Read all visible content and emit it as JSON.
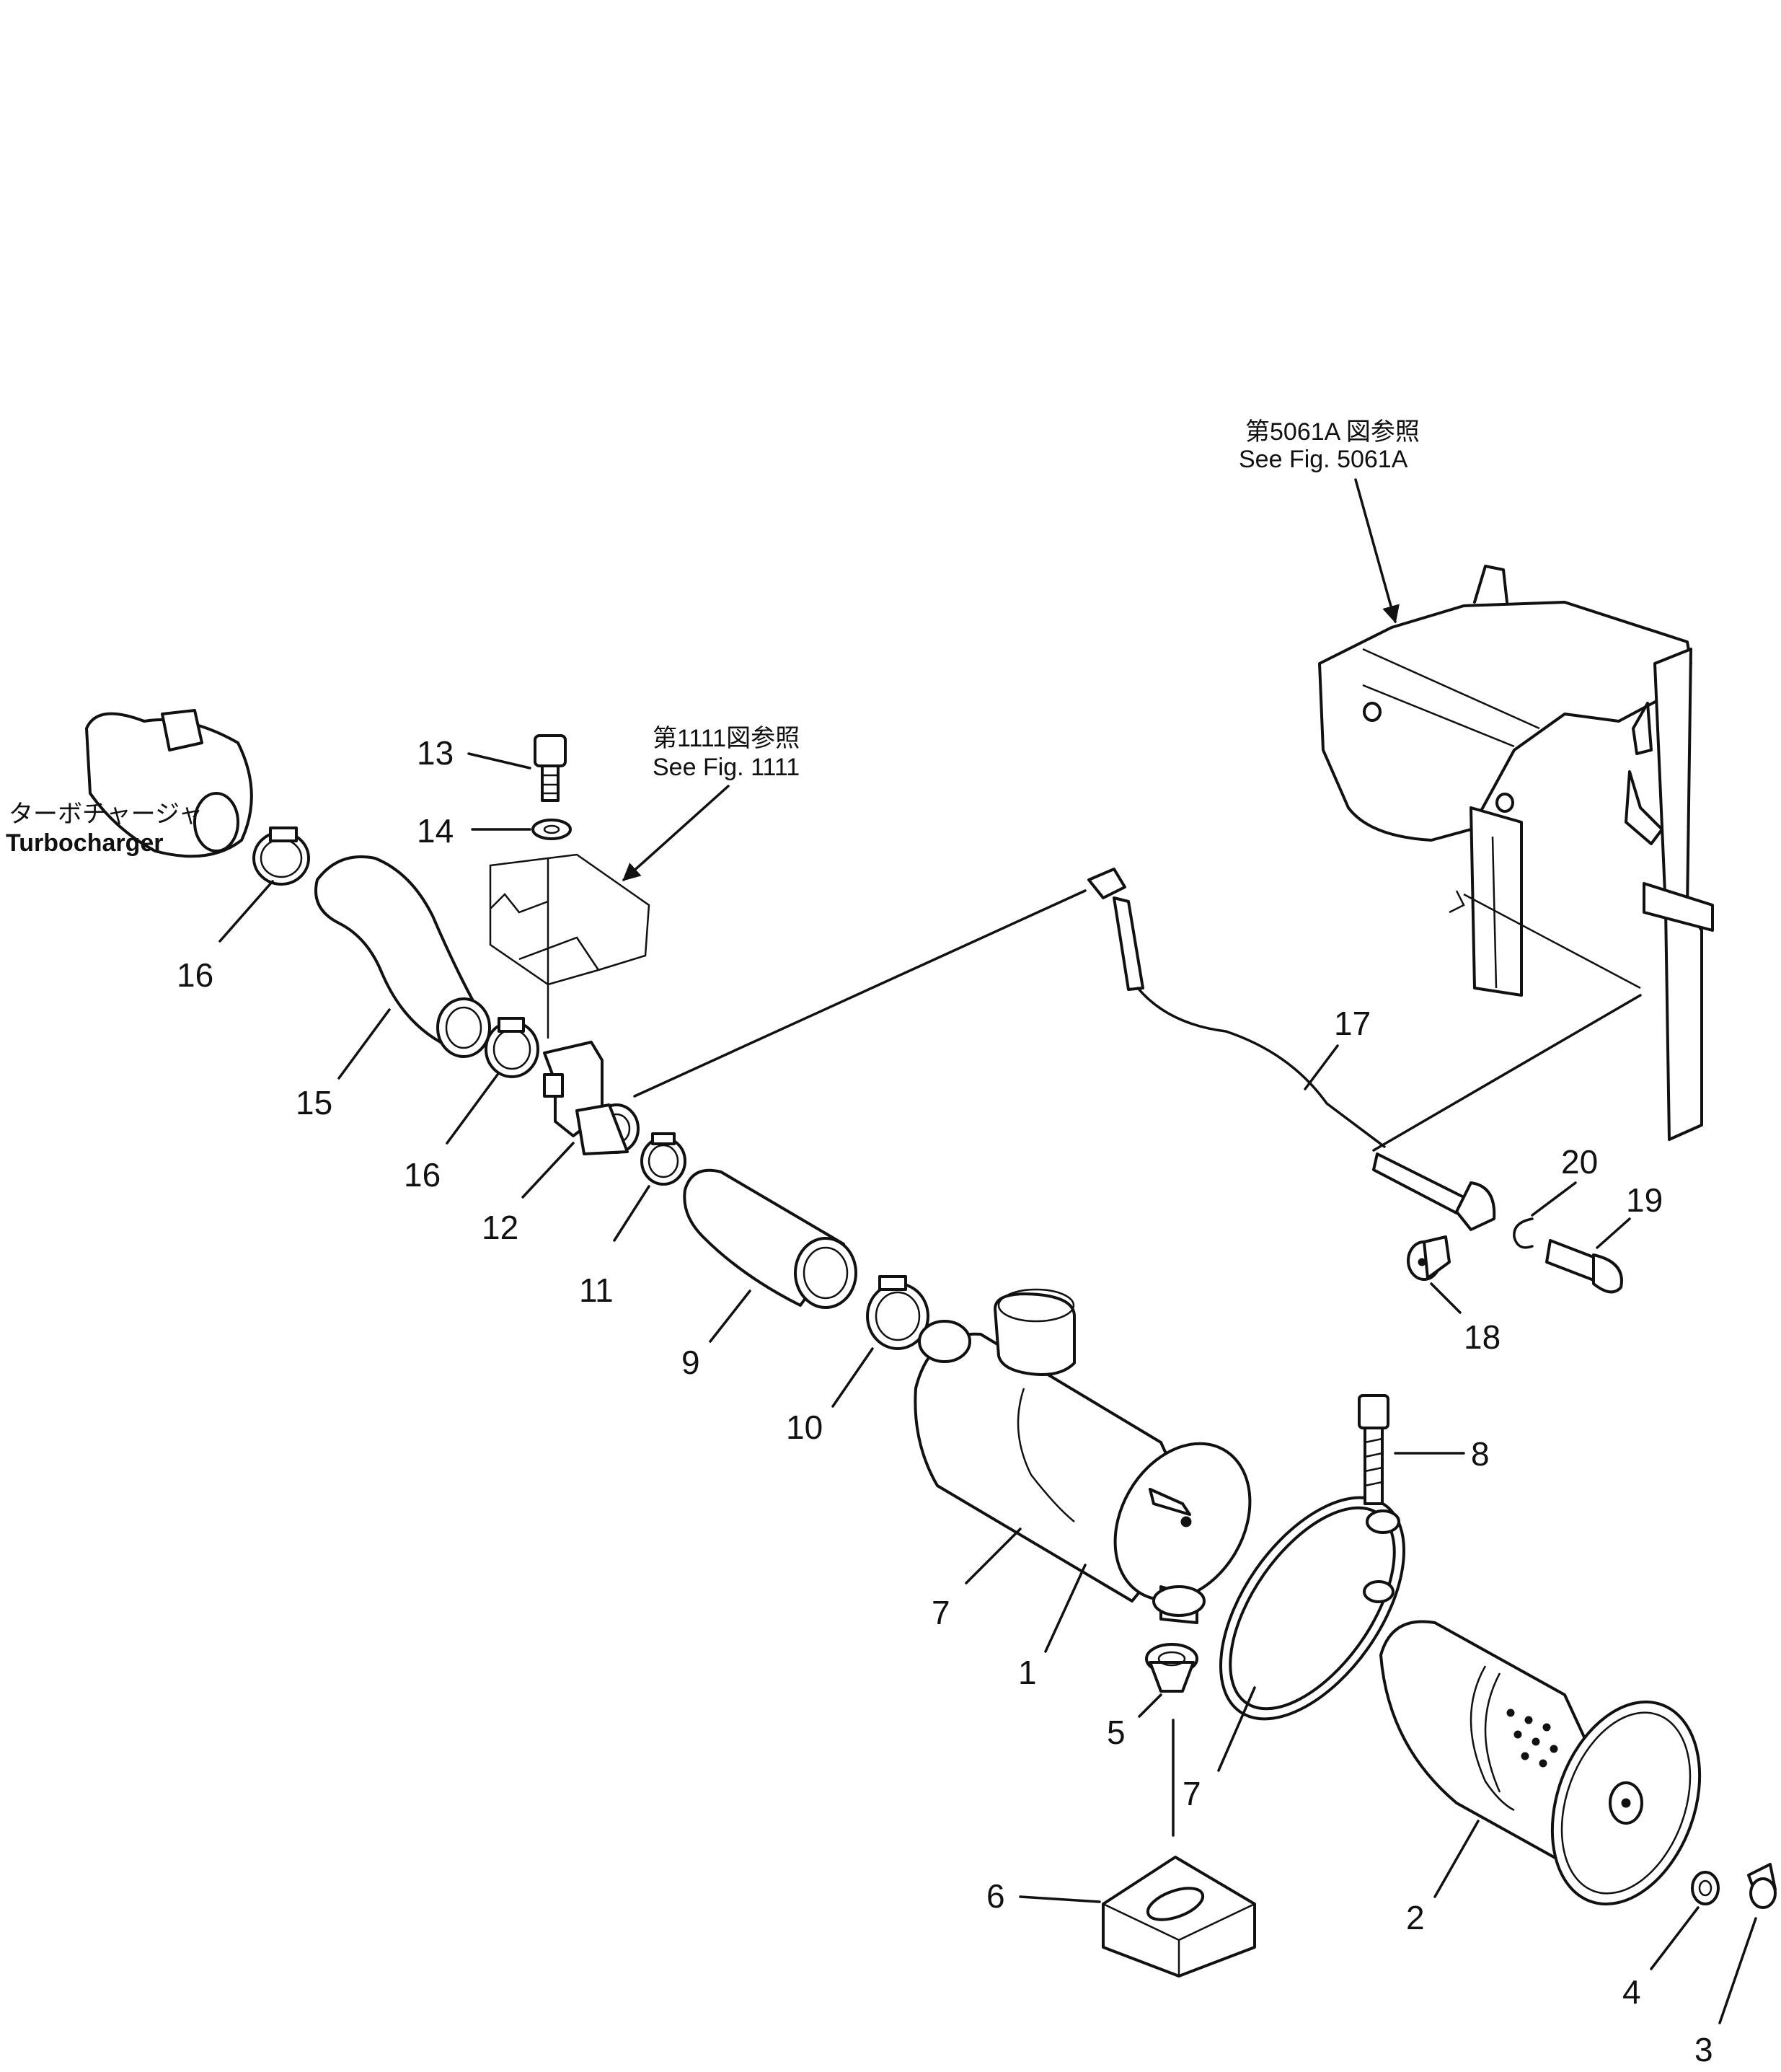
{
  "references": {
    "fig5061_jp": "第5061A 図参照",
    "fig5061_en": "See Fig. 5061A",
    "fig1111_jp": "第1111図参照",
    "fig1111_en": "See Fig. 1111",
    "turbo_jp": "ターボチャージャ",
    "turbo_en": "Turbocharger"
  },
  "part_numbers": {
    "p1": "1",
    "p2": "2",
    "p3": "3",
    "p4": "4",
    "p5": "5",
    "p6": "6",
    "p7a": "7",
    "p7b": "7",
    "p8": "8",
    "p9": "9",
    "p10": "10",
    "p11": "11",
    "p12": "12",
    "p13": "13",
    "p14": "14",
    "p15": "15",
    "p16a": "16",
    "p16b": "16",
    "p17": "17",
    "p18": "18",
    "p19": "19",
    "p20": "20"
  }
}
